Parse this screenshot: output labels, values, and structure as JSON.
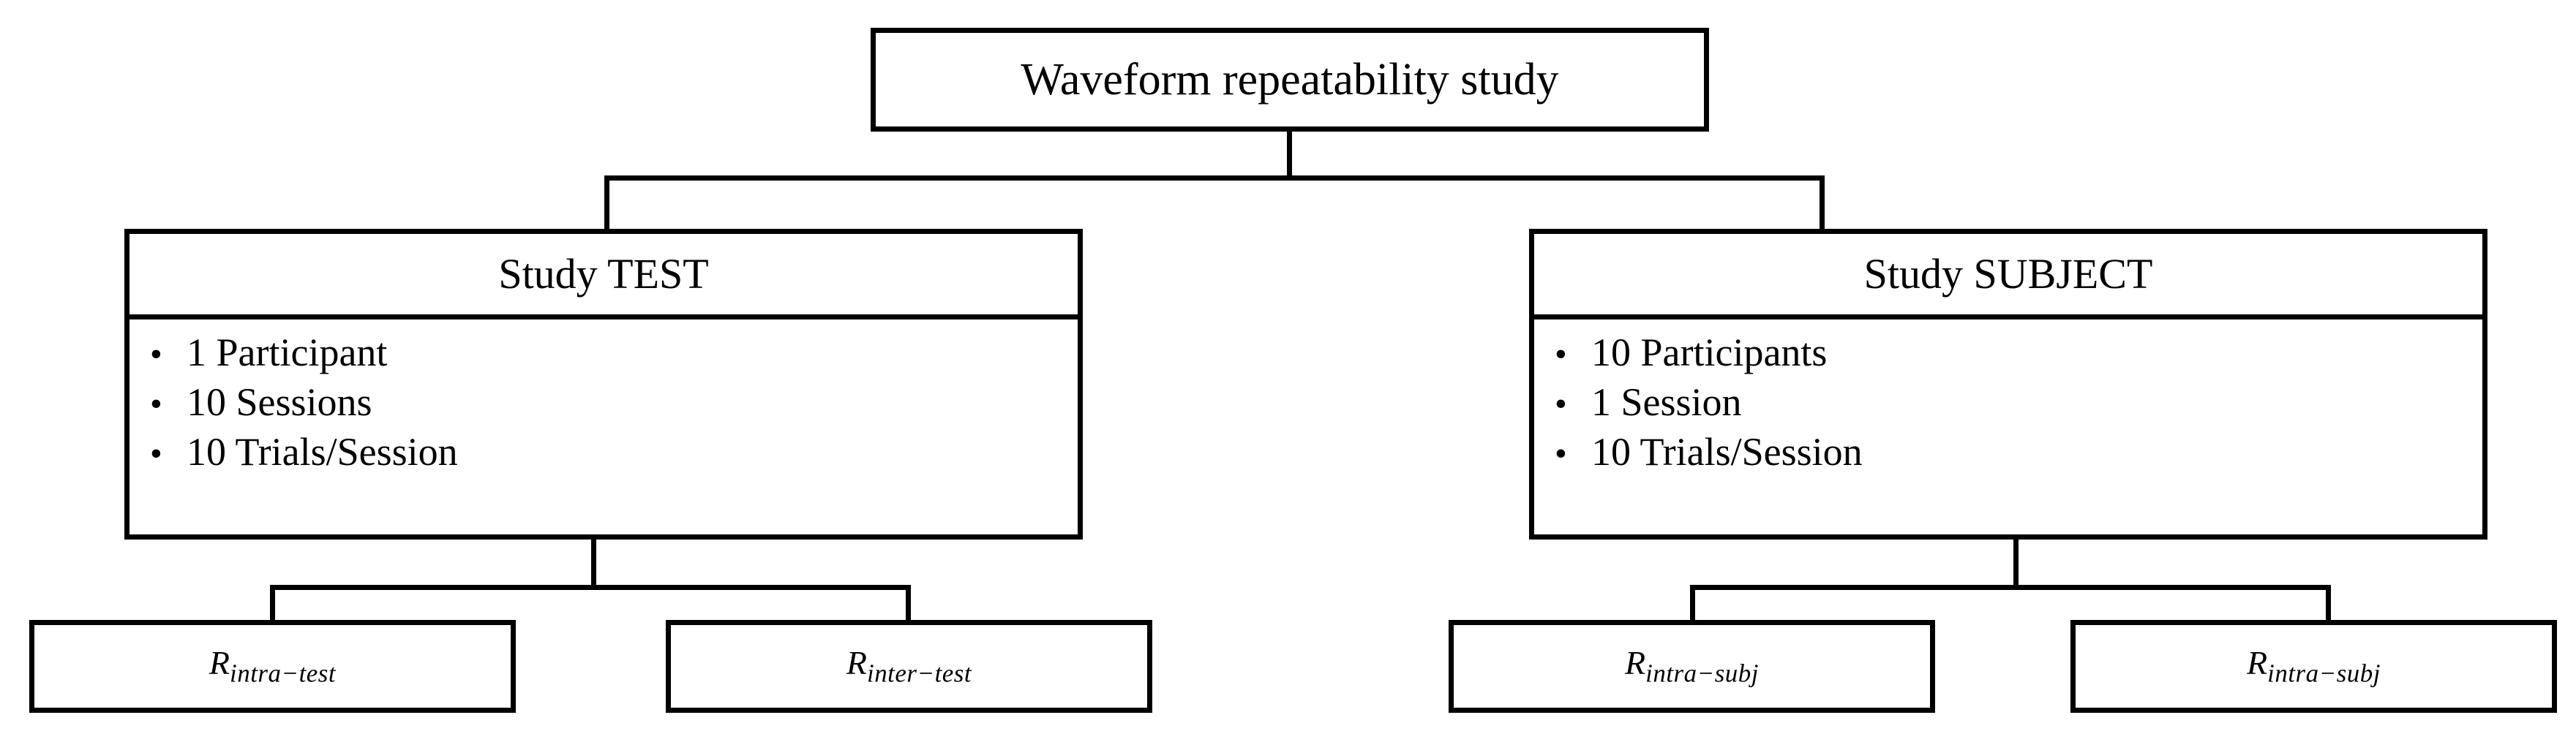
{
  "diagram": {
    "type": "flowchart",
    "orientation": "top-down",
    "background_color": "#ffffff",
    "line_color": "#000000"
  },
  "root": {
    "title": "Waveform repeatability study"
  },
  "branches": [
    {
      "header": "Study TEST",
      "bullet_marker": "•",
      "items": [
        "1 Participant",
        "10 Sessions",
        "10 Trials/Session"
      ],
      "leaves": [
        {
          "base": "R",
          "subscript": "intra−test"
        },
        {
          "base": "R",
          "subscript": "inter−test"
        }
      ]
    },
    {
      "header": "Study SUBJECT",
      "bullet_marker": "•",
      "items": [
        "10 Participants",
        "1 Session",
        "10 Trials/Session"
      ],
      "leaves": [
        {
          "base": "R",
          "subscript": "intra−subj"
        },
        {
          "base": "R",
          "subscript": "intra−subj"
        }
      ]
    }
  ]
}
